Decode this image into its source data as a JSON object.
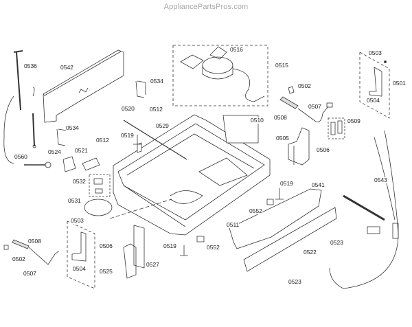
{
  "watermark": "AppliancePartsPros.com",
  "diagram": {
    "title": "Dishwasher base / tub assembly exploded view",
    "colors": {
      "line": "#333333",
      "fill": "#ffffff",
      "watermark": "#a8a8a8"
    },
    "callouts": [
      {
        "id": "c0536",
        "label": "0536"
      },
      {
        "id": "c0542",
        "label": "0542"
      },
      {
        "id": "c0534a",
        "label": "0534"
      },
      {
        "id": "c0534b",
        "label": "0534"
      },
      {
        "id": "c0516",
        "label": "0516"
      },
      {
        "id": "c0515",
        "label": "0515"
      },
      {
        "id": "c0503a",
        "label": "0503"
      },
      {
        "id": "c0501",
        "label": "0501"
      },
      {
        "id": "c0504a",
        "label": "0504"
      },
      {
        "id": "c0502a",
        "label": "0502"
      },
      {
        "id": "c0507a",
        "label": "0507"
      },
      {
        "id": "c0508a",
        "label": "0508"
      },
      {
        "id": "c0509",
        "label": "0509"
      },
      {
        "id": "c0505",
        "label": "0505"
      },
      {
        "id": "c0506a",
        "label": "0506"
      },
      {
        "id": "c0520",
        "label": "0520"
      },
      {
        "id": "c0512a",
        "label": "0512"
      },
      {
        "id": "c0529",
        "label": "0529"
      },
      {
        "id": "c0510",
        "label": "0510"
      },
      {
        "id": "c0519a",
        "label": "0519"
      },
      {
        "id": "c0512b",
        "label": "0512"
      },
      {
        "id": "c0524",
        "label": "0524"
      },
      {
        "id": "c0521",
        "label": "0521"
      },
      {
        "id": "c0560",
        "label": "0560"
      },
      {
        "id": "c0532",
        "label": "0532"
      },
      {
        "id": "c0531",
        "label": "0531"
      },
      {
        "id": "c0543",
        "label": "0543"
      },
      {
        "id": "c0519b",
        "label": "0519"
      },
      {
        "id": "c0541",
        "label": "0541"
      },
      {
        "id": "c0552a",
        "label": "0552"
      },
      {
        "id": "c0511",
        "label": "0511"
      },
      {
        "id": "c0503b",
        "label": "0503"
      },
      {
        "id": "c0508b",
        "label": "0508"
      },
      {
        "id": "c0502b",
        "label": "0502"
      },
      {
        "id": "c0507b",
        "label": "0507"
      },
      {
        "id": "c0504b",
        "label": "0504"
      },
      {
        "id": "c0525",
        "label": "0525"
      },
      {
        "id": "c0506b",
        "label": "0506"
      },
      {
        "id": "c0527",
        "label": "0527"
      },
      {
        "id": "c0519c",
        "label": "0519"
      },
      {
        "id": "c0552b",
        "label": "0552"
      },
      {
        "id": "c0523a",
        "label": "0523"
      },
      {
        "id": "c0522",
        "label": "0522"
      },
      {
        "id": "c0523b",
        "label": "0523"
      }
    ]
  }
}
